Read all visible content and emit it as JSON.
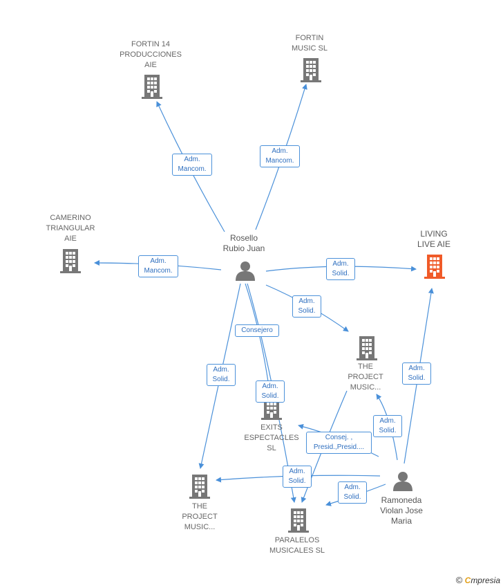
{
  "nodes": {
    "fortin14": "FORTIN 14\nPRODUCCIONES\nAIE",
    "fortinmusic": "FORTIN\nMUSIC  SL",
    "camerino": "CAMERINO\nTRIANGULAR\nAIE",
    "living": "LIVING\nLIVE  AIE",
    "rosello": "Rosello\nRubio Juan",
    "project_right": "THE\nPROJECT\nMUSIC...",
    "exits": "EXITS\nESPECTACLES\nSL",
    "project_left": "THE\nPROJECT\nMUSIC...",
    "paralelos": "PARALELOS\nMUSICALES SL",
    "ramoneda": "Ramoneda\nViolan Jose\nMaria"
  },
  "edges": {
    "e1": "Adm.\nMancom.",
    "e2": "Adm.\nMancom.",
    "e3": "Adm.\nMancom.",
    "e4": "Adm.\nSolid.",
    "e5": "Adm.\nSolid.",
    "e6": "Consejero",
    "e7": "Adm.\nSolid.",
    "e8": "Adm.\nSolid.",
    "e9": "Adm.\nSolid.",
    "e10": "Adm.\nSolid.",
    "e11": "Consej. ,\nPresid.,Presid....",
    "e12": "Adm.\nSolid.",
    "e13": "Adm.\nSolid."
  },
  "colors": {
    "edge": "#4a90d9",
    "building": "#777777",
    "building_focus": "#f05a28",
    "person": "#777777"
  },
  "brand": {
    "copyright": "©",
    "initial": "C",
    "rest": "mpresia"
  }
}
